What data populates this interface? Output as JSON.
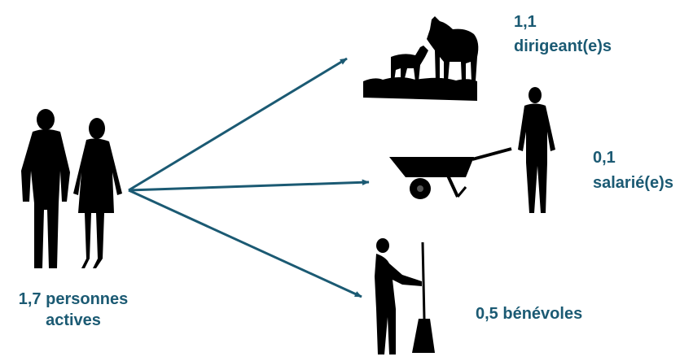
{
  "source": {
    "value": "1,7",
    "label_line1": "personnes",
    "label_line2": "actives"
  },
  "targets": [
    {
      "value": "1,1",
      "label": "dirigeant(e)s",
      "icon": "horses-icon"
    },
    {
      "value": "0,1",
      "label": "salarié(e)s",
      "icon": "wheelbarrow-worker-icon"
    },
    {
      "value": "0,5",
      "label": "bénévoles",
      "icon": "broom-person-icon"
    }
  ],
  "colors": {
    "text": "#1b5a73",
    "arrow": "#1b5a73",
    "silhouette": "#000000"
  }
}
